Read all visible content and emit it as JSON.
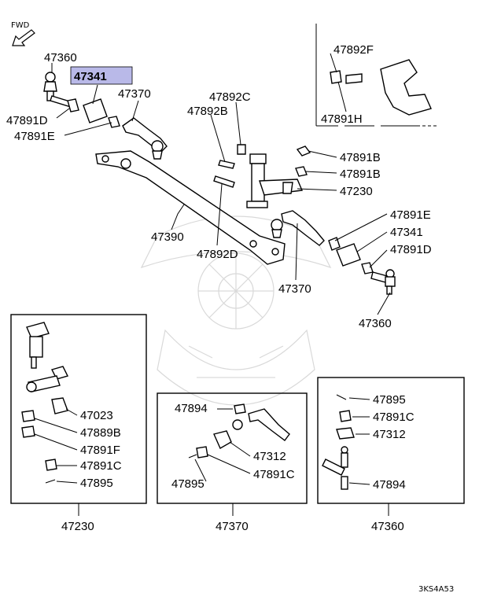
{
  "direction_label": "FWD",
  "diagram_code": "3KS4A53",
  "highlight_color": "#b9b9e8",
  "main_callouts": {
    "c_47360_a": "47360",
    "c_47341_a": "47341",
    "c_47370_a": "47370",
    "c_47891d_a": "47891D",
    "c_47891e_a": "47891E",
    "c_47892c": "47892C",
    "c_47892b": "47892B",
    "c_47891b_a": "47891B",
    "c_47891b_b": "47891B",
    "c_47230": "47230",
    "c_47390": "47390",
    "c_47892d": "47892D",
    "c_47891e_b": "47891E",
    "c_47341_b": "47341",
    "c_47891d_b": "47891D",
    "c_47370_b": "47370",
    "c_47360_b": "47360",
    "c_47892f": "47892F",
    "c_47891h": "47891H"
  },
  "inset_47230": {
    "title": "47230",
    "items": [
      "47023",
      "47889B",
      "47891F",
      "47891C",
      "47895"
    ]
  },
  "inset_47370": {
    "title": "47370",
    "items": [
      "47894",
      "47312",
      "47895",
      "47891C"
    ]
  },
  "inset_47360": {
    "title": "47360",
    "items": [
      "47895",
      "47891C",
      "47312",
      "47894"
    ]
  }
}
